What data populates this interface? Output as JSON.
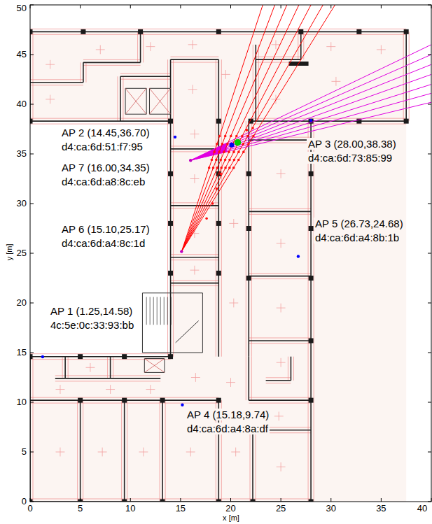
{
  "diagram": {
    "labels": [
      "50",
      "45",
      "40",
      "35",
      "30",
      "25",
      "20",
      "15",
      "10",
      "5",
      "0",
      "0",
      "5",
      "10",
      "15",
      "20",
      "25",
      "30",
      "35",
      "40",
      "y [m]",
      "x [m]",
      "AP 2 (14.45,36.70)",
      "d4:ca:6d:51:f7:95",
      "AP 3 (28.00,38.38)",
      "d4:ca:6d:73:85:99",
      "AP 7 (16.00,34.35)",
      "d4:ca:6d:a8:8c:eb",
      "AP 6 (15.10,25.17)",
      "d4:ca:6d:a4:8c:1d",
      "AP 5 (26.73,24.68)",
      "d4:ca:6d:a4:8b:1b",
      "AP 1 (1.25,14.58)",
      "4c:5e:0c:33:93:bb",
      "AP 4 (15.18,9.74)",
      "d4:ca:6d:a4:8a:df"
    ]
  }
}
